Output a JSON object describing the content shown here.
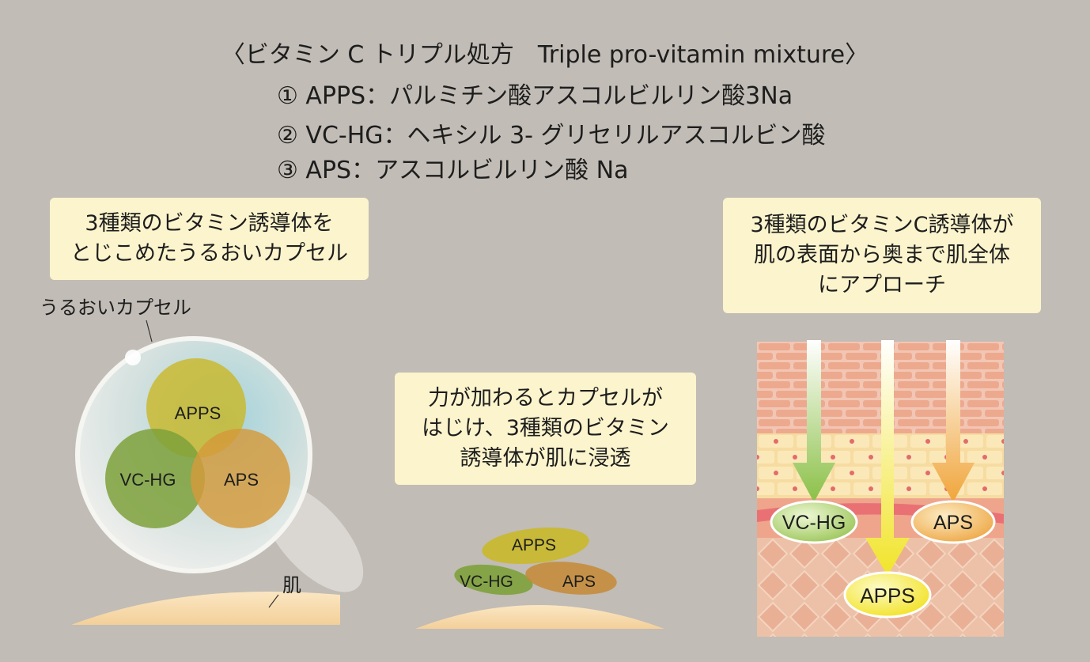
{
  "header": {
    "title": "〈ビタミン C トリプル処方　Triple pro-vitamin mixture〉",
    "ingredients": [
      "① APPS：パルミチン酸アスコルビルリン酸3Na",
      "② VC-HG：ヘキシル 3- グリセリルアスコルビン酸",
      "③ APS：アスコルビルリン酸 Na"
    ]
  },
  "left_panel": {
    "note_lines": [
      "3種類のビタミン誘導体を",
      "とじこめたうるおいカプセル"
    ],
    "capsule_label": "うるおいカプセル",
    "skin_label": "肌",
    "circles": {
      "apps": "APPS",
      "vchg": "VC-HG",
      "aps": "APS"
    }
  },
  "middle_panel": {
    "note_lines": [
      "力が加わるとカプセルが",
      "はじけ、3種類のビタミン",
      "誘導体が肌に浸透"
    ],
    "blobs": {
      "apps": "APPS",
      "vchg": "VC-HG",
      "aps": "APS"
    }
  },
  "right_panel": {
    "note_lines": [
      "3種類のビタミンC誘導体が",
      "肌の表面から奥まで肌全体",
      "にアプローチ"
    ],
    "ovals": {
      "vchg": "VC-HG",
      "aps": "APS",
      "apps": "APPS"
    }
  },
  "colors": {
    "background": "#c1bcb5",
    "note_bg": "#fbf4cd",
    "apps": "#c9b82a",
    "vchg": "#7ea13b",
    "aps": "#d49a3a",
    "skin": "#f6d9a8"
  }
}
